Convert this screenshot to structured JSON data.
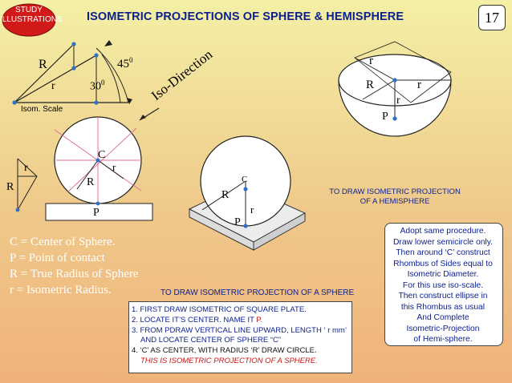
{
  "badge": {
    "line1": "STUDY",
    "line2": "ILLUSTRATIONS"
  },
  "title": "ISOMETRIC PROJECTIONS OF SPHERE & HEMISPHERE",
  "slide_number": "17",
  "scale_figure": {
    "label_R": "R",
    "label_r": "r",
    "angle_45": "45",
    "angle_30": "30",
    "degree_mark": "0",
    "scale_label": "Isom. Scale",
    "direction_label": "Iso-Direction"
  },
  "sphere_circle": {
    "label_C": "C",
    "label_r": "r",
    "label_R": "R",
    "label_P": "P",
    "left_r": "r",
    "left_R": "R"
  },
  "iso_sphere": {
    "label_C": "C",
    "label_R": "R",
    "label_r": "r",
    "label_P": "P"
  },
  "hemisphere": {
    "label_r_top": "r",
    "label_R": "R",
    "label_r_right": "r",
    "label_r_center": "r",
    "label_P": "P"
  },
  "legend": [
    "C = Center of Sphere.",
    "P = Point of contact",
    "R = True Radius of Sphere",
    " r = Isometric Radius."
  ],
  "hemisphere_caption": [
    "TO DRAW ISOMETRIC PROJECTION",
    "OF A HEMISPHERE"
  ],
  "hemisphere_note": [
    "Adopt same procedure.",
    "Draw lower semicircle only.",
    "Then around ‘C’ construct",
    "Rhombus of Sides equal to",
    "Isometric Diameter.",
    "For this use iso-scale.",
    "Then construct ellipse in",
    "this Rhombus as usual",
    "And Complete",
    "Isometric-Projection",
    "of Hemi-sphere."
  ],
  "sphere_caption": "TO DRAW ISOMETRIC PROJECTION OF A SPHERE",
  "steps": {
    "s1": "1. FIRST DRAW ISOMETRIC OF SQUARE PLATE.",
    "s2a": "2. LOCATE IT’S CENTER. NAME IT ",
    "s2b": "P.",
    "s3a": "3. FROM PDRAW VERTICAL LINE UPWARD, LENGTH ‘ r mm’",
    "s3b": "AND LOCATE CENTER OF SPHERE “C”",
    "s4": "4. ‘C’ AS CENTER, WITH RADIUS ‘R’ DRAW CIRCLE.",
    "s5": "THIS IS ISOMETRIC PROJECTION OF A SPHERE."
  },
  "colors": {
    "title": "#0a1f8f",
    "badge": "#d21a1a",
    "legend": "#ffffff",
    "accent_red": "#c01818",
    "circle_lines": "#e0709a"
  }
}
